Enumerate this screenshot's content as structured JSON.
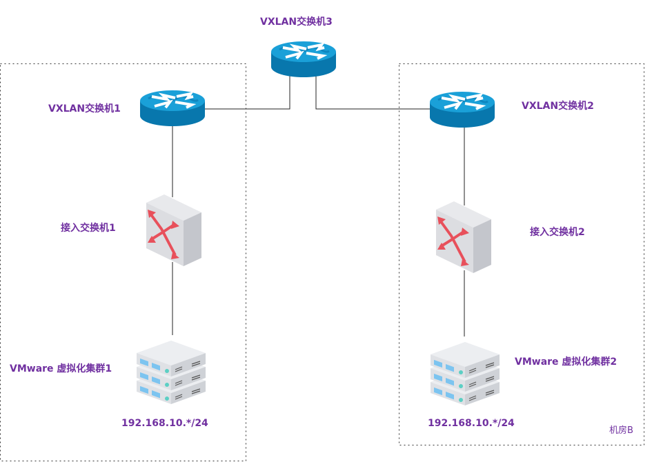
{
  "nodes": {
    "vxlan_switch_3": "VXLAN交换机3",
    "vxlan_switch_1": "VXLAN交换机1",
    "vxlan_switch_2": "VXLAN交换机2",
    "access_switch_1": "接入交换机1",
    "access_switch_2": "接入交换机2",
    "cluster_1": "VMware 虚拟化集群1",
    "cluster_2": "VMware 虚拟化集群2",
    "subnet_1": "192.168.10.*/24",
    "subnet_2": "192.168.10.*/24"
  },
  "zones": {
    "right_label": "机房B"
  },
  "colors": {
    "label": "#7030a0",
    "router": "#0a7bb0",
    "switch_arrows": "#e8505b"
  },
  "icons": {
    "router": "router-icon",
    "switch": "switch-icon",
    "server": "server-stack-icon"
  }
}
